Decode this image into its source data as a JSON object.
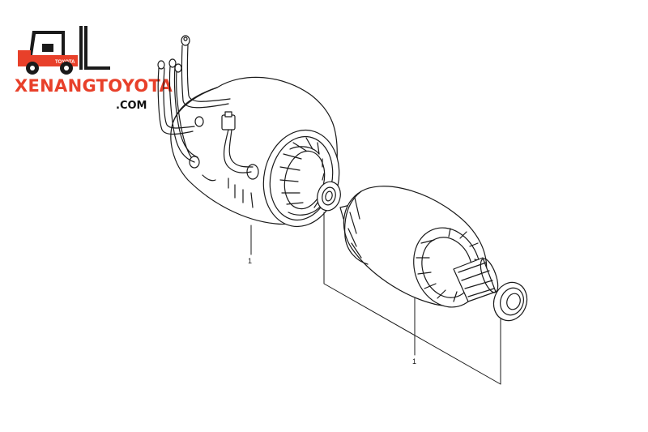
{
  "logo": {
    "name_part1": "XENANG",
    "name_part2": "TOYOTA",
    "domain": ".COM",
    "badge_text": "TOYOTA",
    "colors": {
      "orange": "#e8402a",
      "dark": "#1a1a1a"
    }
  },
  "callouts": [
    {
      "label": "1"
    },
    {
      "label": "1"
    }
  ],
  "line_color": "#1a1a1a"
}
